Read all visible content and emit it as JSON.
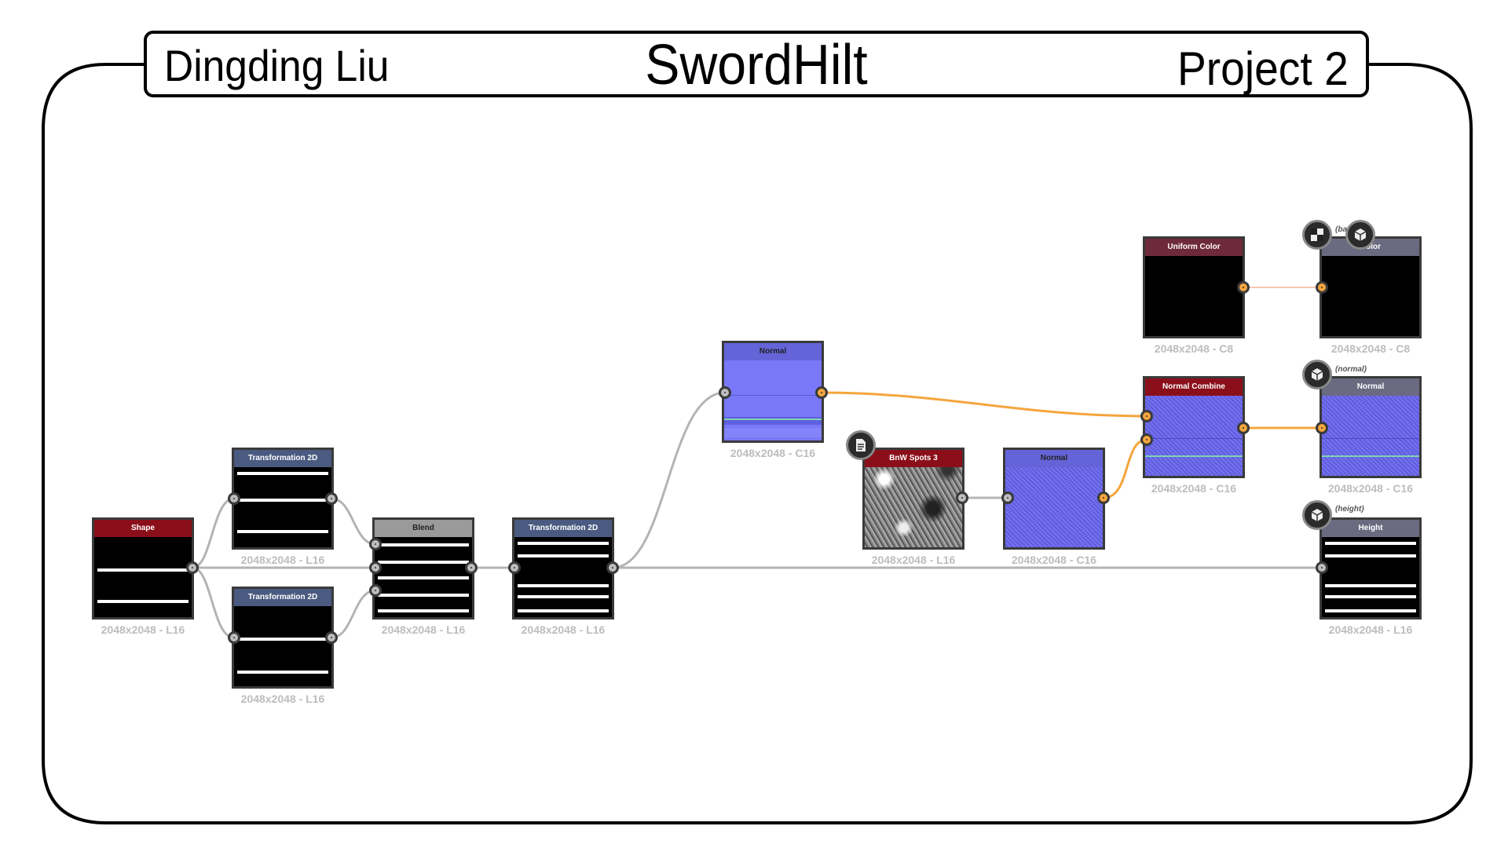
{
  "header": {
    "author": "Dingding Liu",
    "title": "SwordHilt",
    "project": "Project 2"
  },
  "colors": {
    "wire_gray": "#b4b4b4",
    "wire_orange": "#f5a53c",
    "header_red": "#8b0f1a",
    "header_blue": "#4a5a80",
    "header_gray": "#9a9a9a",
    "header_mauve": "#6e2a3a",
    "header_slate": "#6a6a80",
    "normal_purple": "#7878f8"
  },
  "nodes": {
    "shape": {
      "label": "Shape",
      "size": "2048x2048 - L16"
    },
    "transform_top": {
      "label": "Transformation 2D",
      "size": "2048x2048 - L16"
    },
    "transform_bottom": {
      "label": "Transformation 2D",
      "size": "2048x2048 - L16"
    },
    "blend": {
      "label": "Blend",
      "size": "2048x2048 - L16"
    },
    "transform_main": {
      "label": "Transformation 2D",
      "size": "2048x2048 - L16"
    },
    "normal_a": {
      "label": "Normal",
      "size": "2048x2048 - C16"
    },
    "bnw_spots": {
      "label": "BnW Spots 3",
      "size": "2048x2048 - L16"
    },
    "normal_b": {
      "label": "Normal",
      "size": "2048x2048 - C16"
    },
    "uniform_color": {
      "label": "Uniform Color",
      "size": "2048x2048 - C8"
    },
    "normal_combine": {
      "label": "Normal Combine",
      "size": "2048x2048 - C16"
    },
    "output_basecolor": {
      "label": "Color",
      "size": "2048x2048 - C8",
      "tag": "(ba"
    },
    "output_normal": {
      "label": "Normal",
      "size": "2048x2048 - C16",
      "tag": "(normal)"
    },
    "output_height": {
      "label": "Height",
      "size": "2048x2048 - L16",
      "tag": "(height)"
    }
  }
}
